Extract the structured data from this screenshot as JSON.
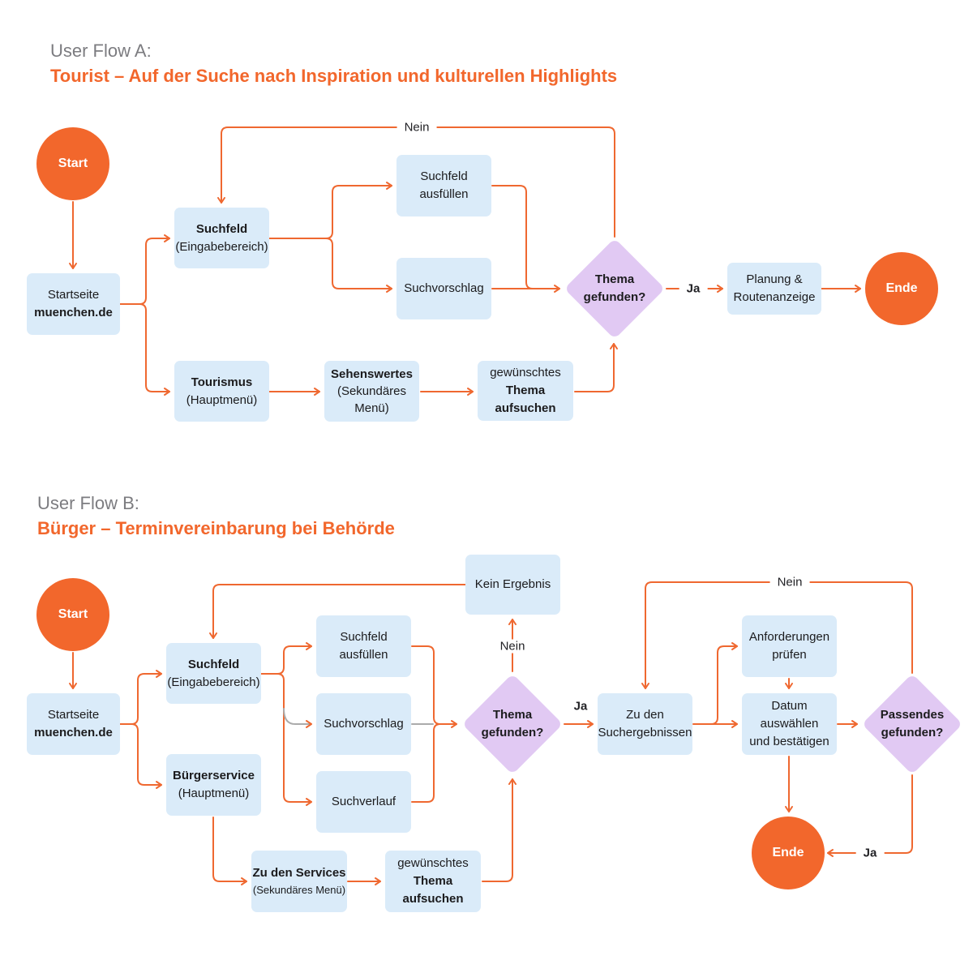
{
  "colors": {
    "accent_orange": "#F2672C",
    "line_orange": "#EF6830",
    "line_gray": "#ABABAB",
    "box_blue": "#DAEBF9",
    "diamond_purple": "#E1C9F3",
    "title_gray": "#7C7C80",
    "text_dark": "#1B1B1D"
  },
  "flow_a": {
    "title": "User Flow A:",
    "subtitle": "Tourist – Auf der Suche nach Inspiration und kulturellen Highlights",
    "start": "Start",
    "ende": "Ende",
    "startseite_1": "Startseite",
    "startseite_2": "muenchen.de",
    "suchfeld_1": "Suchfeld",
    "suchfeld_2": "(Eingabebereich)",
    "suchfeld_ausfuellen": "Suchfeld ausfüllen",
    "suchvorschlag": "Suchvorschlag",
    "thema_1": "Thema",
    "thema_2": "gefunden?",
    "planung_1": "Planung &",
    "planung_2": "Routenanzeige",
    "tourismus_1": "Tourismus",
    "tourismus_2": "(Hauptmenü)",
    "sehenswertes_1": "Sehenswertes",
    "sehenswertes_2": "(Sekundäres",
    "sehenswertes_3": "Menü)",
    "gewuenschtes_1": "gewünschtes",
    "gewuenschtes_2": "Thema aufsuchen",
    "label_nein": "Nein",
    "label_ja": "Ja"
  },
  "flow_b": {
    "title": "User Flow B:",
    "subtitle": "Bürger – Terminvereinbarung bei Behörde",
    "start": "Start",
    "ende": "Ende",
    "startseite_1": "Startseite",
    "startseite_2": "muenchen.de",
    "suchfeld_1": "Suchfeld",
    "suchfeld_2": "(Eingabebereich)",
    "buergerservice_1": "Bürgerservice",
    "buergerservice_2": "(Hauptmenü)",
    "suchfeld_ausfuellen": "Suchfeld ausfüllen",
    "suchvorschlag": "Suchvorschlag",
    "suchverlauf": "Suchverlauf",
    "kein_ergebnis": "Kein Ergebnis",
    "thema_1": "Thema",
    "thema_2": "gefunden?",
    "suchergebnisse_1": "Zu den",
    "suchergebnisse_2": "Suchergebnissen",
    "anforderungen_1": "Anforderungen",
    "anforderungen_2": "prüfen",
    "datum_1": "Datum auswählen",
    "datum_2": "und bestätigen",
    "passendes_1": "Passendes",
    "passendes_2": "gefunden?",
    "services_1": "Zu den Services",
    "services_2": "(Sekundäres Menü)",
    "gewuenschtes_1": "gewünschtes",
    "gewuenschtes_2": "Thema aufsuchen",
    "label_nein_top": "Nein",
    "label_nein_mid": "Nein",
    "label_ja_mid": "Ja",
    "label_ja_end": "Ja"
  }
}
